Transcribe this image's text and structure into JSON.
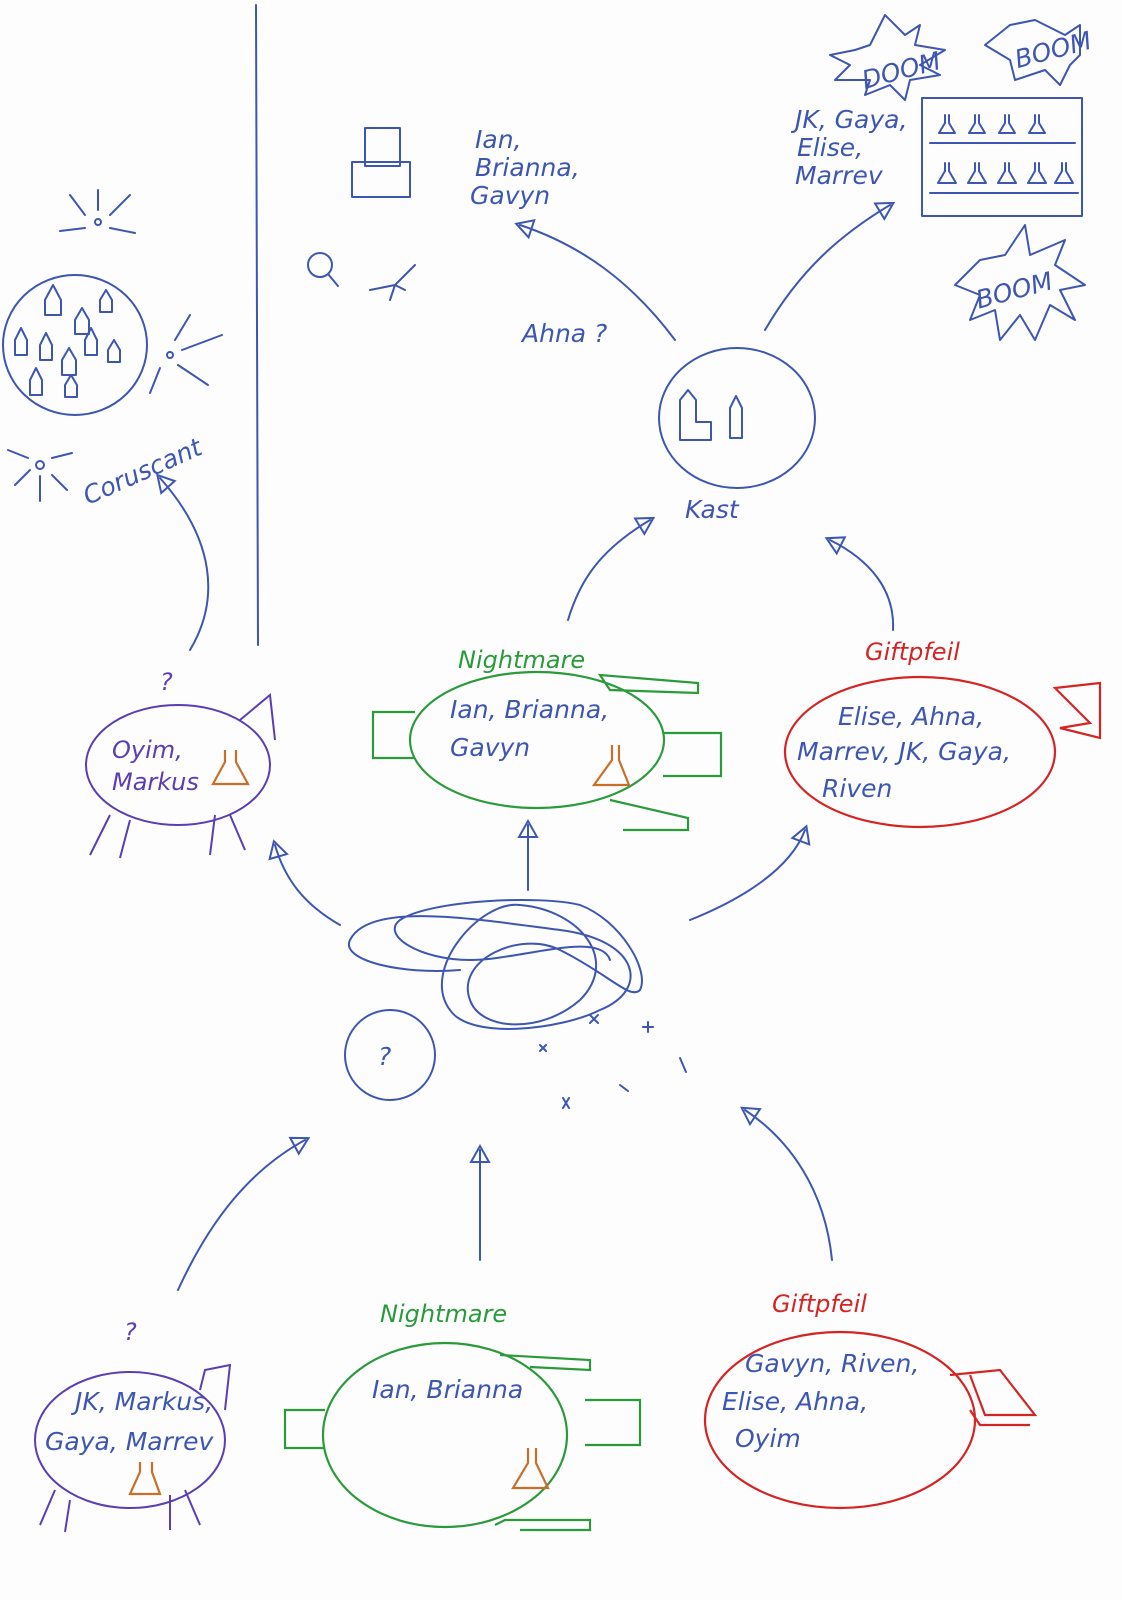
{
  "colors": {
    "blue": "#3d56b2",
    "green": "#2a9a3a",
    "red": "#d52424",
    "purple": "#5b3db5",
    "orange": "#c8702a"
  },
  "top": {
    "ian_group": [
      "Ian,",
      "Brianna,",
      "Gavyn"
    ],
    "ahna": "Ahna ?",
    "jk_group": [
      "JK, Gaya,",
      "Elise,",
      "Marrev"
    ],
    "booms": [
      "DOOM",
      "BOOM",
      "BOOM"
    ],
    "kast": "Kast",
    "coruscant": "Coruscant"
  },
  "middle": {
    "purple_ship": {
      "mark": "?",
      "crew": [
        "Oyim,",
        "Markus"
      ]
    },
    "nightmare": {
      "label": "Nightmare",
      "crew": [
        "Ian, Brianna,",
        "Gavyn"
      ]
    },
    "giftpfeil": {
      "label": "Giftpfeil",
      "crew": [
        "Elise, Ahna,",
        "Marrev, JK, Gaya,",
        "Riven"
      ]
    },
    "unknown": "?"
  },
  "bottom": {
    "purple_ship": {
      "mark": "?",
      "crew": [
        "JK, Markus,",
        "Gaya, Marrev"
      ]
    },
    "nightmare": {
      "label": "Nightmare",
      "crew": [
        "Ian, Brianna"
      ]
    },
    "giftpfeil": {
      "label": "Giftpfeil",
      "crew": [
        "Gavyn, Riven,",
        "Elise, Ahna,",
        "Oyim"
      ]
    }
  }
}
